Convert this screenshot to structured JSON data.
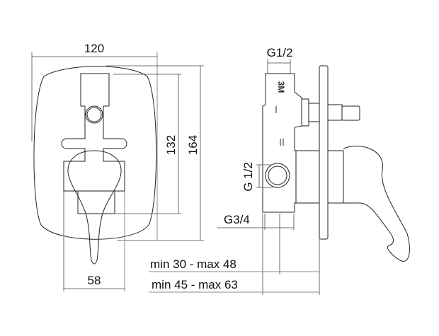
{
  "front_view": {
    "width_dim": "120",
    "inner_height_dim": "132",
    "height_dim": "164",
    "lever_width_dim": "58"
  },
  "side_view": {
    "top_connection": "G1/2",
    "side_connection": "G 1/2",
    "bottom_connection": "G3/4",
    "body_marking": "3M",
    "depth_range_1": "min 30 - max 48",
    "depth_range_2": "min 45 - max 63"
  }
}
